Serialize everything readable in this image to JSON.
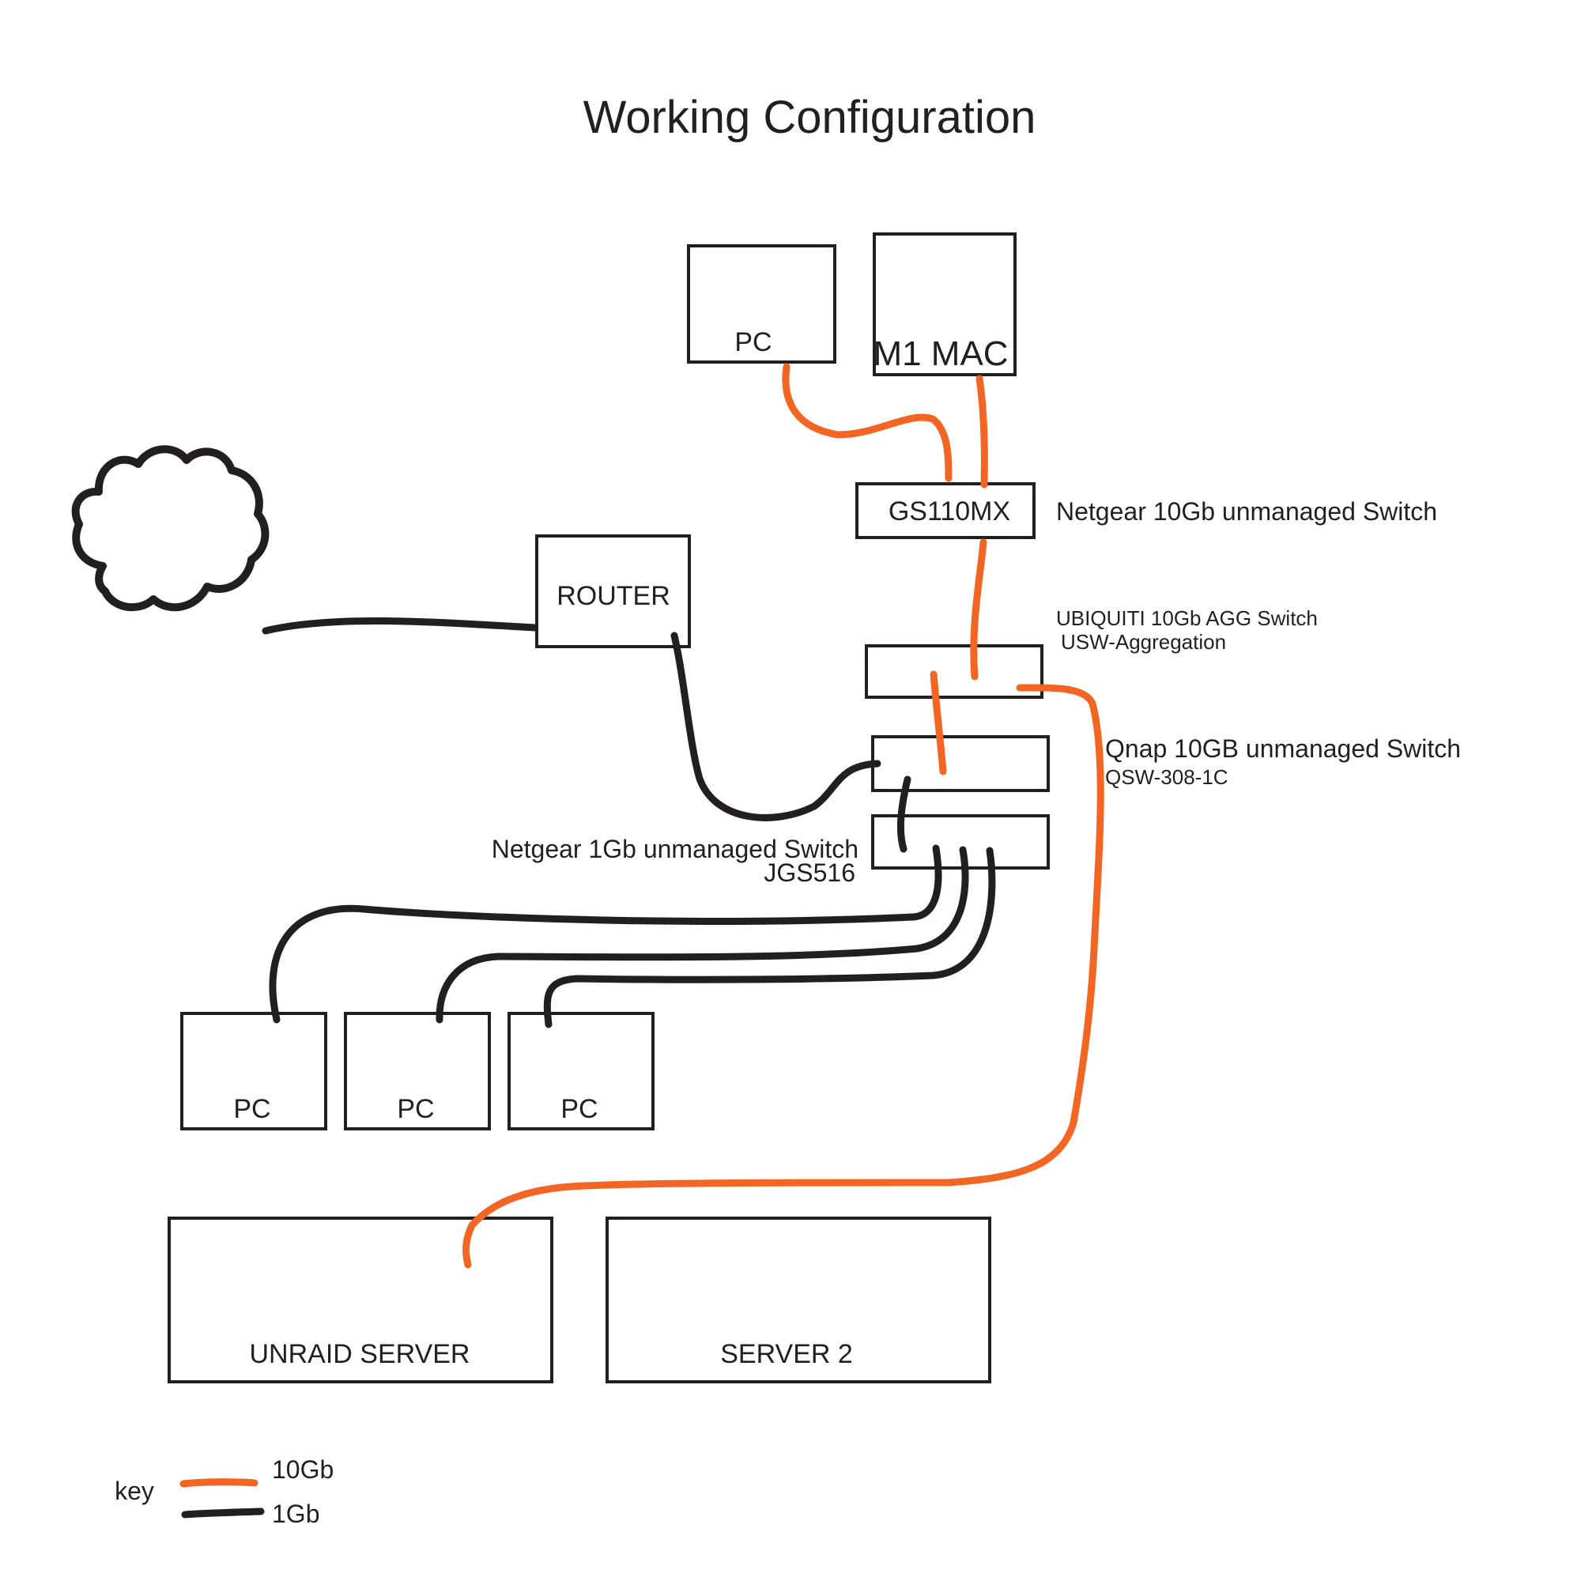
{
  "title": "Working Configuration",
  "colors": {
    "cable_10gb": "#f26522",
    "cable_1gb": "#231f20",
    "outline": "#231f20"
  },
  "icons": {
    "internet": "cloud-icon"
  },
  "devices": {
    "pc_top": "PC",
    "m1_mac": "M1 MAC",
    "gs110mx": "GS110MX",
    "router": "ROUTER",
    "pc_1": "PC",
    "pc_2": "PC",
    "pc_3": "PC",
    "unraid_server": "UNRAID SERVER",
    "server_2": "SERVER 2"
  },
  "notes": {
    "gs110mx": "Netgear 10Gb unmanaged Switch",
    "ubiquiti_name": "UBIQUITI 10Gb AGG Switch",
    "ubiquiti_model": "USW-Aggregation",
    "qnap_name": "Qnap 10GB unmanaged Switch",
    "qnap_model": "QSW-308-1C",
    "netgear_1gb_name": "Netgear 1Gb unmanaged Switch",
    "netgear_1gb_model": "JGS516"
  },
  "key": {
    "label": "key",
    "items": [
      {
        "label": "10Gb",
        "color": "#f26522"
      },
      {
        "label": "1Gb",
        "color": "#231f20"
      }
    ]
  }
}
